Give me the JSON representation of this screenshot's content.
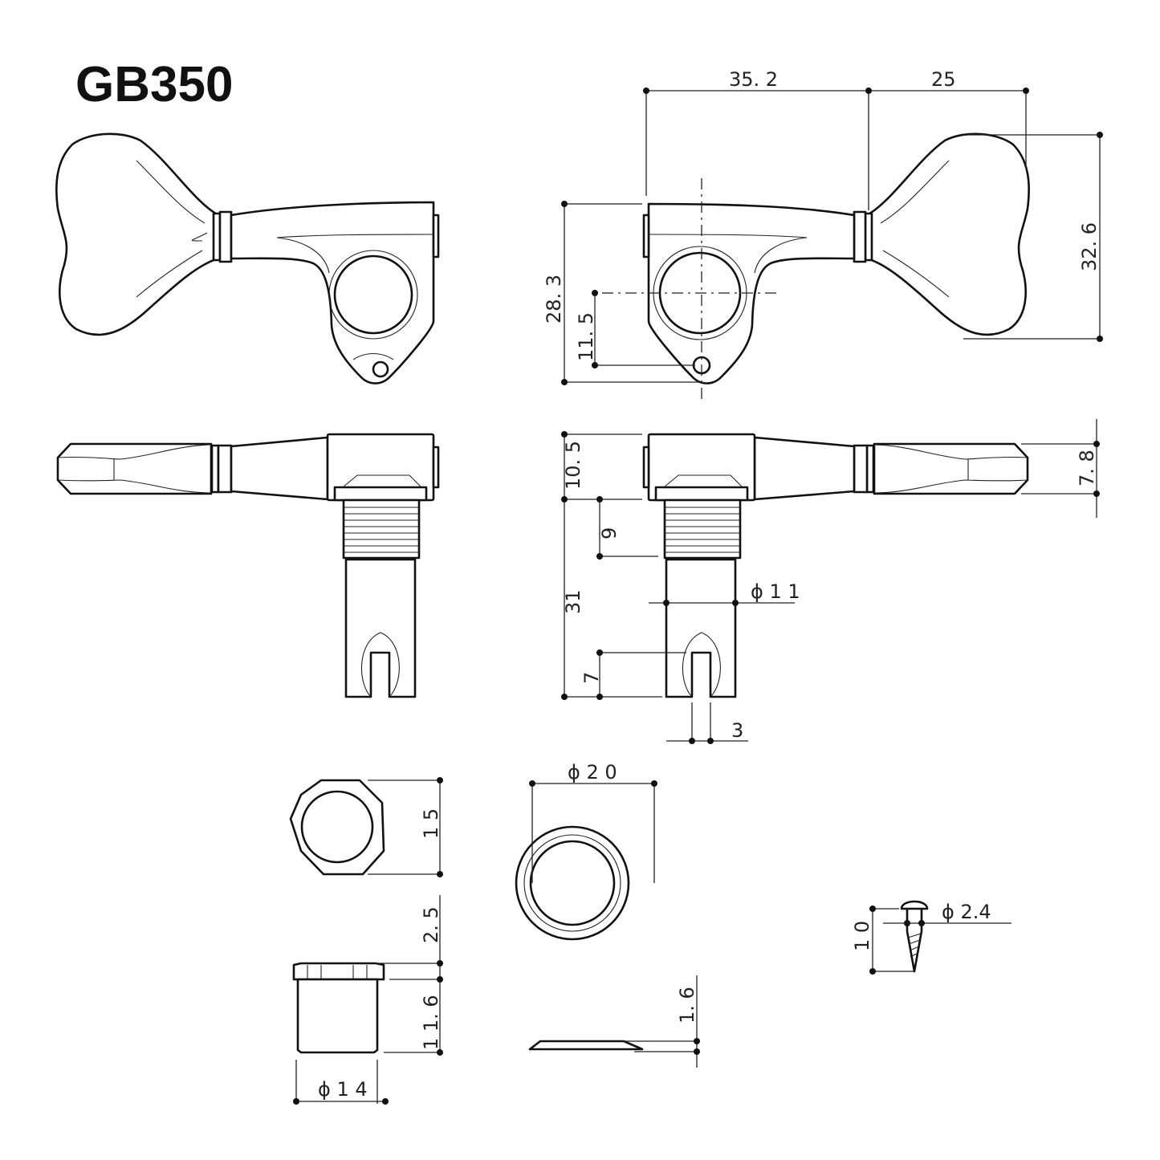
{
  "title": "GB350",
  "views": {
    "front_left": "front view (left-hand, no dimensions)",
    "front_right": "front view (dimensioned)",
    "side_left": "side view (left-hand, no dimensions)",
    "side_right": "side view (dimensioned)",
    "bushing_hex_top": "hex bushing top view",
    "bushing_side": "bushing side view",
    "washer_top": "washer top view",
    "washer_side": "washer side view",
    "screw": "mounting screw"
  },
  "dimensions": {
    "overall_post_to_gear": "35. 2",
    "knob_length": "25",
    "knob_height": "32. 6",
    "housing_height": "28. 3",
    "post_to_screw": "11. 5",
    "housing_thickness": "10. 5",
    "knob_thickness": "7. 8",
    "thread_length": "9",
    "post_length": "31",
    "post_diameter": "ϕ 1 1",
    "slot_depth": "7",
    "slot_width": "3",
    "washer_diameter": "ϕ 2 0",
    "hex_width": "1 5",
    "bushing_flange": "2. 5",
    "bushing_body": "1 1. 6",
    "bushing_diameter": "ϕ 1 4",
    "washer_thickness": "1. 6",
    "screw_length": "1 0",
    "screw_diameter": "ϕ 2.4"
  }
}
